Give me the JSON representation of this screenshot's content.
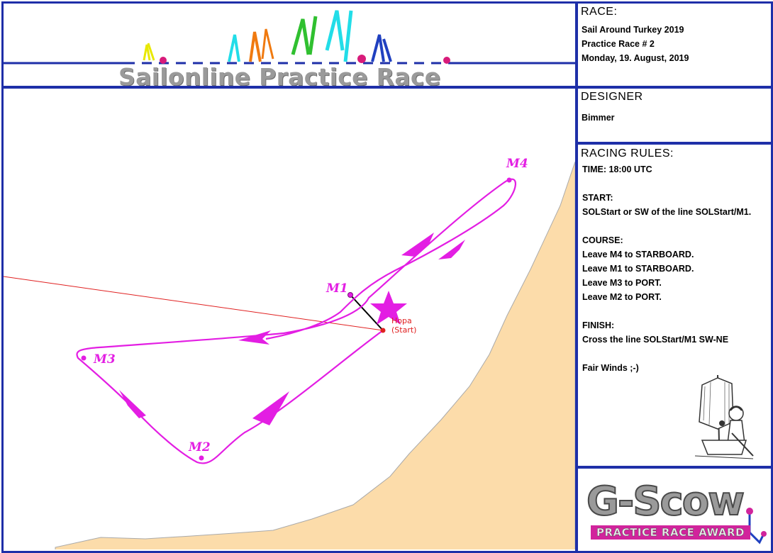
{
  "header": {
    "title": "Sailonline Practice Race"
  },
  "race": {
    "heading": "RACE:",
    "lines": [
      "Sail Around Turkey 2019",
      "Practice Race # 2",
      "Monday, 19. August, 2019"
    ]
  },
  "designer": {
    "heading": "DESIGNER",
    "name": "Bimmer"
  },
  "rules": {
    "heading": "RACING RULES:",
    "time": "TIME:  18:00 UTC",
    "start_heading": "START:",
    "start_text": "SOLStart or SW of the line SOLStart/M1.",
    "course_heading": "COURSE:",
    "course": [
      "Leave M4 to STARBOARD.",
      "Leave M1 to STARBOARD.",
      "Leave M3 to PORT.",
      "Leave M2 to PORT."
    ],
    "finish_heading": "FINISH:",
    "finish_text": "Cross the line SOLStart/M1 SW-NE",
    "closing": "Fair Winds ;-)"
  },
  "map": {
    "marks": [
      {
        "label": "M1"
      },
      {
        "label": "M2"
      },
      {
        "label": "M3"
      },
      {
        "label": "M4"
      }
    ],
    "start_labels": [
      "Hopa",
      "(Start)"
    ],
    "colors": {
      "course": "#e31ee3",
      "start": "#e02020",
      "land": "#fcdcaa",
      "frame": "#1e2fa8"
    }
  },
  "award": {
    "logo": "G-Scow",
    "subtitle": "PRACTICE RACE AWARD"
  }
}
